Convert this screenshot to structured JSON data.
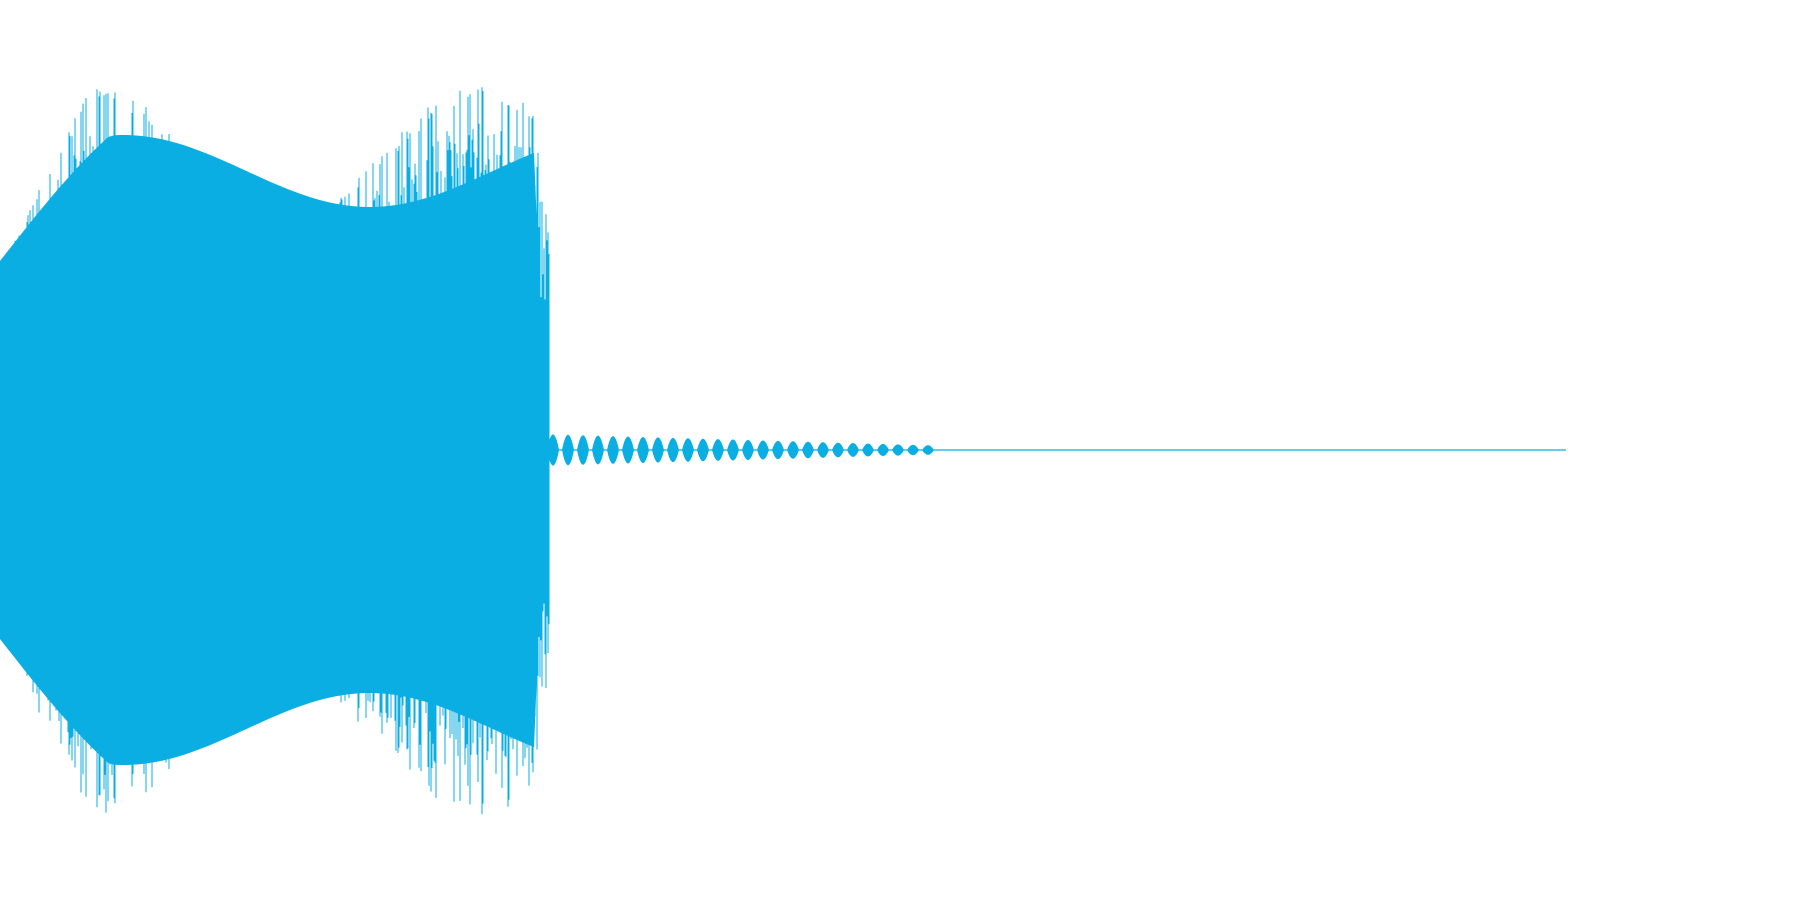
{
  "waveform": {
    "color": "#0aaee3",
    "background": "#ffffff",
    "description_of_shape": "",
    "duration_fraction": 0.87,
    "burst_end_fraction": 0.305,
    "ringdown_end_fraction": 0.517,
    "peak_amplitude": 0.9,
    "ringdown_amplitude": 0.035
  }
}
